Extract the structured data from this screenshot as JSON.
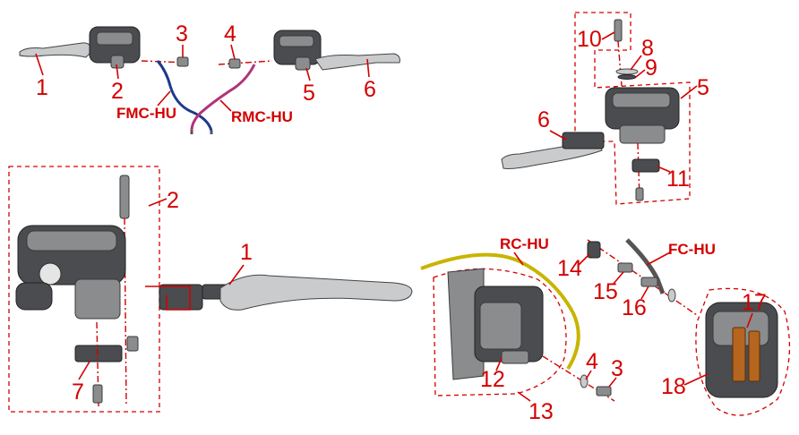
{
  "callouts": {
    "c1": "1",
    "c2": "2",
    "c3": "3",
    "c4": "4",
    "c5": "5",
    "c6": "6",
    "b2": "2",
    "b1": "1",
    "b7": "7",
    "r10": "10",
    "r8": "8",
    "r9": "9",
    "r5": "5",
    "r6": "6",
    "r11": "11",
    "k14": "14",
    "k15": "15",
    "k16": "16",
    "k17": "17",
    "k18": "18",
    "k12": "12",
    "k13": "13",
    "k4": "4",
    "k3": "3"
  },
  "hose_labels": {
    "fmc": "FMC-HU",
    "rmc": "RMC-HU",
    "rc": "RC-HU",
    "fc": "FC-HU"
  },
  "colors": {
    "callout_red": "#d40000",
    "fmc_hose": "#1f3a8a",
    "rmc_hose": "#b0337a",
    "rc_hose": "#c8b400"
  }
}
